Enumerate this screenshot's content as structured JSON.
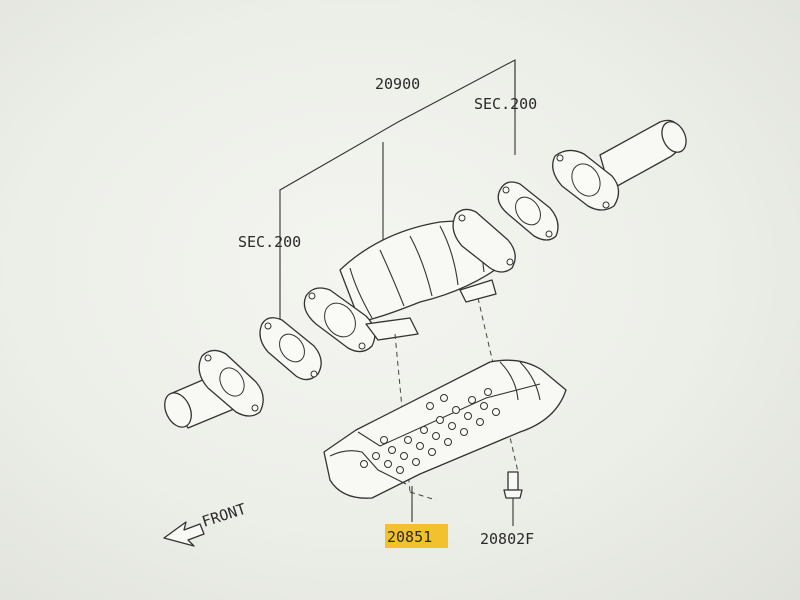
{
  "diagram": {
    "labels": {
      "assembly": "20900",
      "sec_left": "SEC.200",
      "sec_right": "SEC.200",
      "heat_shield": "20851",
      "bolt": "20802F",
      "front": "FRONT"
    },
    "highlight_color": "#f3c12e"
  }
}
